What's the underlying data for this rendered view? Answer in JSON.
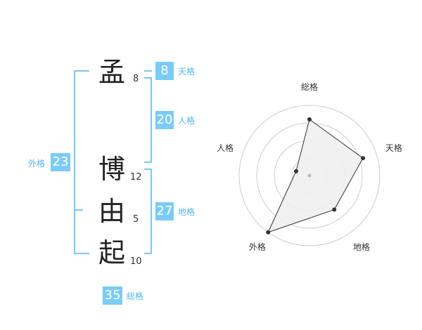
{
  "chart_data": {
    "type": "radar",
    "axes": [
      "総格",
      "天格",
      "地格",
      "外格",
      "人格"
    ],
    "values": [
      4,
      4,
      3,
      5,
      1
    ],
    "range": [
      0,
      5
    ],
    "rings": 4
  },
  "name_chars": [
    {
      "char": "孟",
      "strokes": "8"
    },
    {
      "char": "博",
      "strokes": "12"
    },
    {
      "char": "由",
      "strokes": "5"
    },
    {
      "char": "起",
      "strokes": "10"
    }
  ],
  "fortunes": {
    "tenkaku": {
      "value": "8",
      "label": "天格"
    },
    "jinkaku": {
      "value": "20",
      "label": "人格"
    },
    "chikaku": {
      "value": "27",
      "label": "地格"
    },
    "gaikaku": {
      "value": "23",
      "label": "外格"
    },
    "soukaku": {
      "value": "35",
      "label": "総格"
    }
  },
  "colors": {
    "badge": "#7ccbf6",
    "bracket": "#7cc8f2",
    "label": "#55b6ea",
    "radar_fill": "#f0f0f0",
    "radar_line": "#333333",
    "ring": "#cccccc"
  }
}
